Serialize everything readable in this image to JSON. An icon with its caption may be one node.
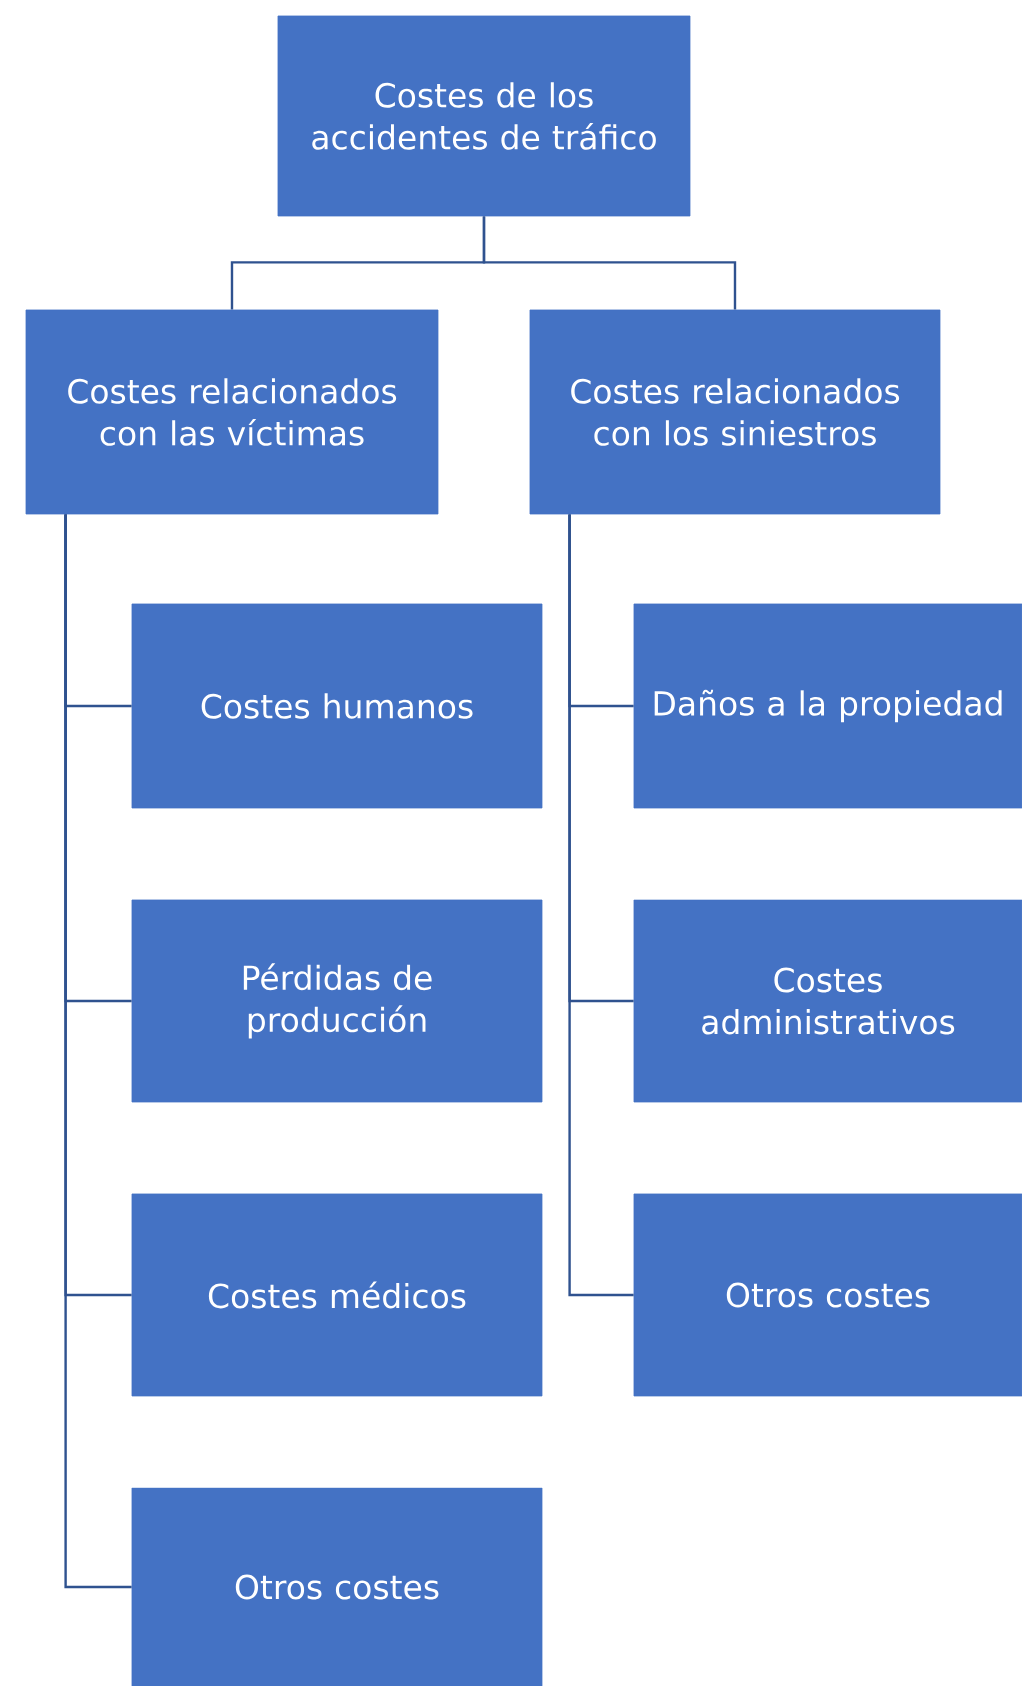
{
  "diagram": {
    "nodes": [
      {
        "text": [
          "Costes de los accidentes de tráfico"
        ]
      },
      {
        "text": [
          "Costes relacionados con las víctimas"
        ]
      },
      {
        "text": [
          "Costes relacionados con los siniestros"
        ]
      },
      {
        "text": [
          "Costes humanos"
        ]
      },
      {
        "text": [
          "Pérdidas de producción"
        ]
      },
      {
        "text": [
          "Costes médicos"
        ]
      },
      {
        "text": [
          "Otros costes"
        ]
      },
      {
        "text": [
          "Daños a la propiedad"
        ]
      },
      {
        "text": [
          "Costes administrativos"
        ]
      },
      {
        "text": [
          "Otros costes"
        ]
      }
    ],
    "edges": [
      {
        "from": 0,
        "to": 1,
        "arrow": "none"
      },
      {
        "from": 0,
        "to": 2,
        "arrow": "none"
      },
      {
        "from": 1,
        "to": 3,
        "arrow": "none"
      },
      {
        "from": 1,
        "to": 4,
        "arrow": "none"
      },
      {
        "from": 1,
        "to": 5,
        "arrow": "none"
      },
      {
        "from": 1,
        "to": 6,
        "arrow": "none"
      },
      {
        "from": 2,
        "to": 7,
        "arrow": "none"
      },
      {
        "from": 2,
        "to": 8,
        "arrow": "none"
      },
      {
        "from": 2,
        "to": 9,
        "arrow": "none"
      }
    ]
  }
}
